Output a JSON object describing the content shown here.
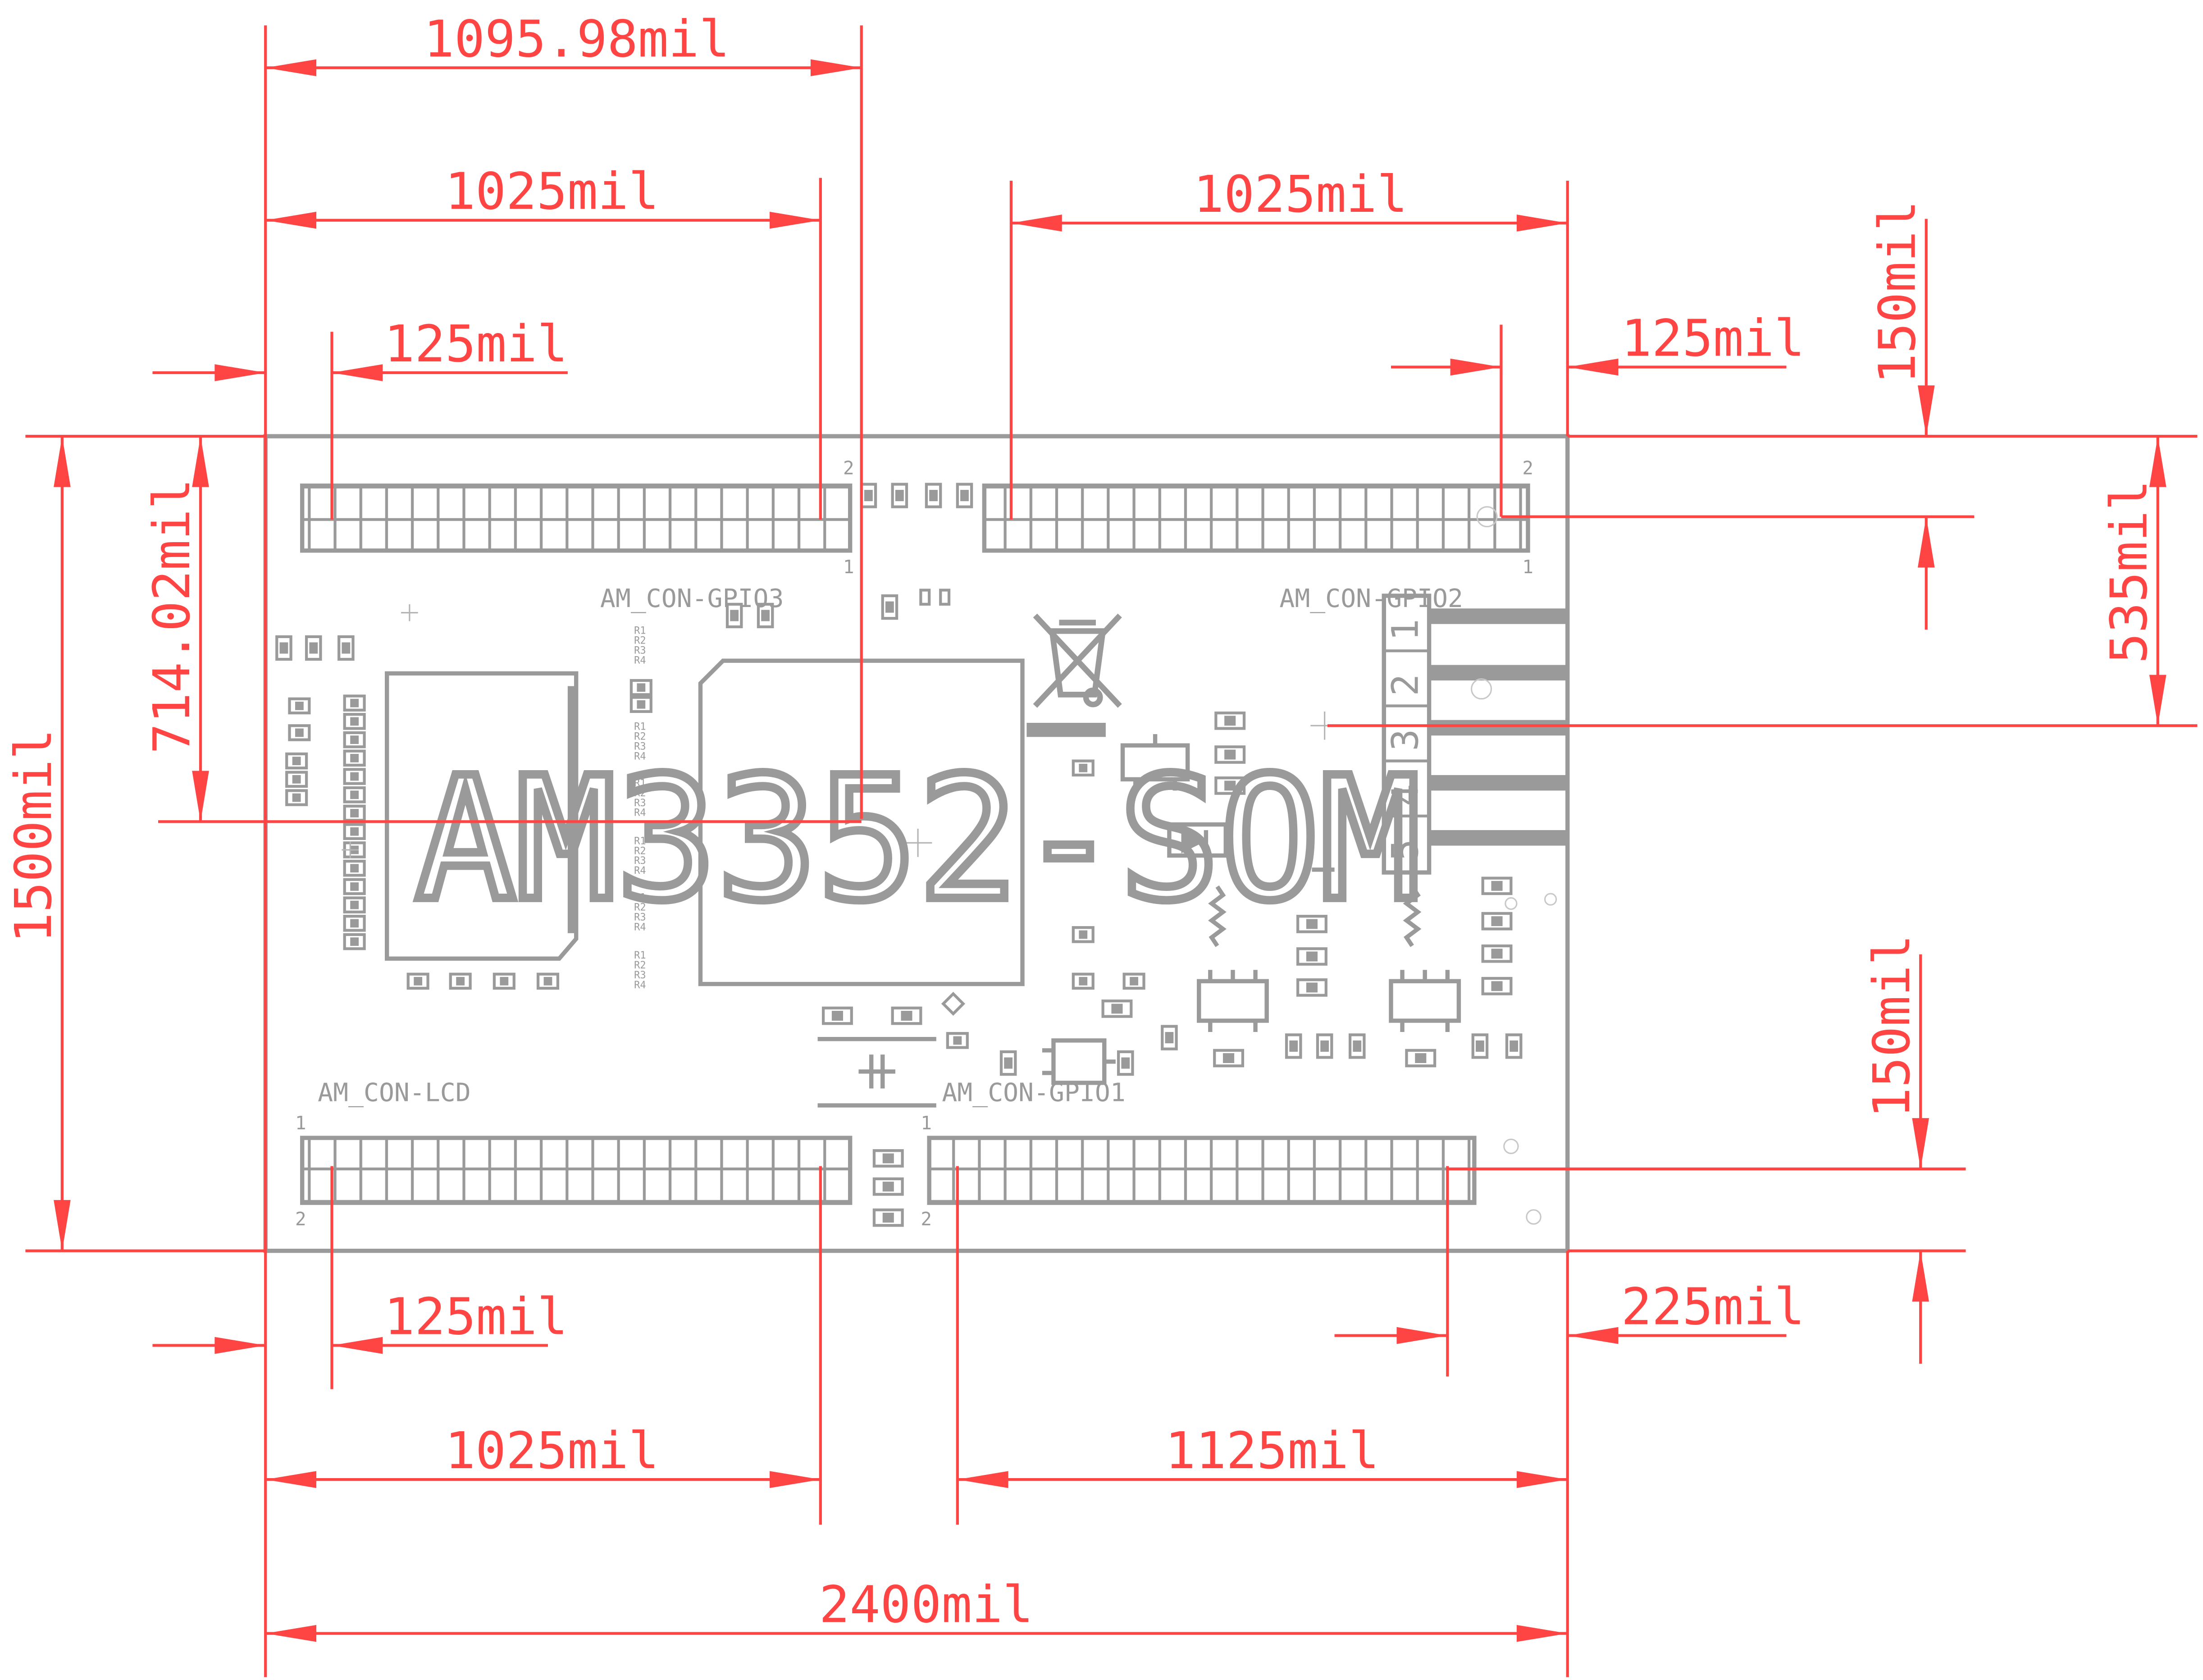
{
  "colors": {
    "dimension": "#ff4444",
    "silkscreen": "#9a9a9a",
    "background": "#ffffff"
  },
  "board": {
    "title": "AM3352-SOM"
  },
  "connectors": {
    "gpio3": {
      "label": "AM_CON-GPIO3",
      "pin_first": "1",
      "pin_second": "2"
    },
    "gpio2": {
      "label": "AM_CON-GPIO2",
      "pin_first": "1",
      "pin_second": "2"
    },
    "lcd": {
      "label": "AM_CON-LCD",
      "pin_first": "1",
      "pin_second": "2"
    },
    "gpio1": {
      "label": "AM_CON-GPIO1",
      "pin_first": "1",
      "pin_second": "2"
    }
  },
  "header_pins": [
    "1",
    "2",
    "3",
    "4",
    "5"
  ],
  "resistor_labels": [
    "R1",
    "R2",
    "R3",
    "R4"
  ],
  "dimensions": {
    "top_outer": "1095.98mil",
    "top_left": "1025mil",
    "top_right": "1025mil",
    "offset_top_left": "125mil",
    "offset_top_right": "125mil",
    "right_top_150": "150mil",
    "left_height": "1500mil",
    "left_offset": "714.02mil",
    "right_535": "535mil",
    "right_bottom_150": "150mil",
    "offset_bottom_left": "125mil",
    "offset_bottom_right": "225mil",
    "bottom_left": "1025mil",
    "bottom_right": "1125mil",
    "total_width": "2400mil"
  }
}
